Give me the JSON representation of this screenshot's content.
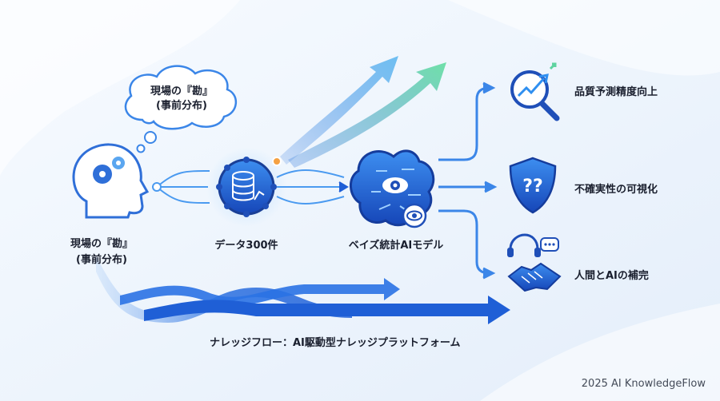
{
  "bubble": {
    "line1": "現場の『勘』",
    "line2": "(事前分布)"
  },
  "nodes": {
    "head": {
      "line1": "現場の『勘』",
      "line2": "(事前分布)",
      "icon": "head-gears-icon"
    },
    "data": {
      "label": "データ300件",
      "icon": "database-icon"
    },
    "model": {
      "label": "ベイズ統計AIモデル",
      "icon": "brain-eye-icon"
    }
  },
  "outcomes": [
    {
      "label": "品質予測精度向上",
      "icon": "magnifier-growth-icon"
    },
    {
      "label": "不確実性の可視化",
      "icon": "shield-question-icon"
    },
    {
      "label": "人間とAIの補完",
      "icon": "handshake-chat-icon"
    }
  ],
  "ribbon": {
    "label": "ナレッジフロー：AI駆動型ナレッジプラットフォーム"
  },
  "footer": {
    "credit": "2025 AI KnowledgeFlow"
  },
  "colors": {
    "primary": "#1f5fd6",
    "accent": "#3fa9f5",
    "green": "#5fd3a0",
    "dark": "#1a1f2e"
  }
}
